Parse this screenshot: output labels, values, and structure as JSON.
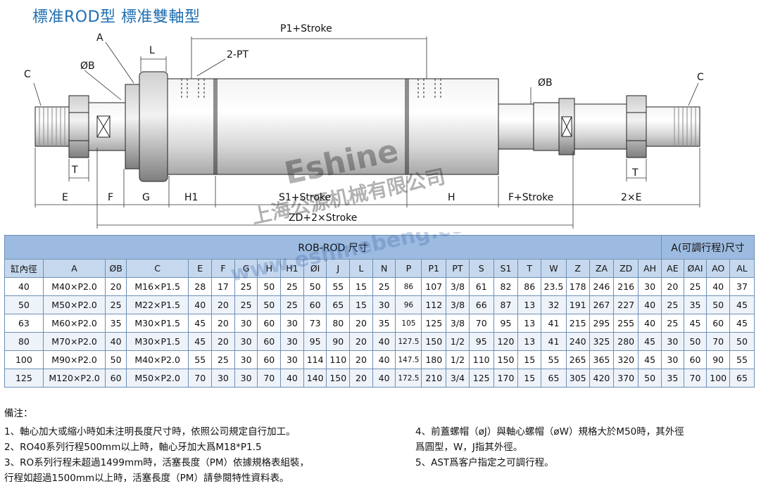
{
  "title": "標准ROD型  標准雙軸型",
  "drawing_labels": {
    "p1_stroke": "P1+Stroke",
    "a": "A",
    "l": "L",
    "two_pt": "2-PT",
    "phi_b_left": "ØB",
    "phi_b_right": "ØB",
    "c_left": "C",
    "c_right": "C",
    "t_left": "T",
    "t_right": "T",
    "e": "E",
    "f": "F",
    "g": "G",
    "h1": "H1",
    "s1_stroke": "S1+Stroke",
    "h": "H",
    "f_stroke": "F+Stroke",
    "two_e": "2×E",
    "zd_stroke": "ZD+2×Stroke"
  },
  "watermark": {
    "brand": "Eshine",
    "company": "上海公源机械有限公司",
    "site": "www.eshinebeng.com"
  },
  "table": {
    "group_main": "ROB-ROD 尺寸",
    "group_adj": "A(可調行程)尺寸",
    "headers": [
      "缸內徑",
      "A",
      "ØB",
      "C",
      "E",
      "F",
      "G",
      "H",
      "H1",
      "ØI",
      "J",
      "L",
      "N",
      "P",
      "P1",
      "PT",
      "S",
      "S1",
      "T",
      "W",
      "Z",
      "ZA",
      "ZD",
      "AH",
      "AE",
      "ØAI",
      "AO",
      "AL"
    ],
    "rows": [
      [
        "40",
        "M40×P2.0",
        "20",
        "M16×P1.5",
        "28",
        "17",
        "25",
        "50",
        "25",
        "50",
        "55",
        "15",
        "25",
        "86",
        "107",
        "3/8",
        "61",
        "82",
        "86",
        "23.5",
        "178",
        "246",
        "216",
        "30",
        "20",
        "25",
        "40",
        "37"
      ],
      [
        "50",
        "M50×P2.0",
        "25",
        "M22×P1.5",
        "40",
        "20",
        "25",
        "50",
        "25",
        "60",
        "65",
        "15",
        "30",
        "96",
        "112",
        "3/8",
        "66",
        "87",
        "13",
        "32",
        "191",
        "267",
        "227",
        "40",
        "25",
        "35",
        "50",
        "45"
      ],
      [
        "63",
        "M60×P2.0",
        "35",
        "M30×P1.5",
        "45",
        "20",
        "30",
        "60",
        "30",
        "73",
        "80",
        "20",
        "35",
        "105",
        "125",
        "3/8",
        "70",
        "95",
        "13",
        "41",
        "215",
        "295",
        "255",
        "40",
        "25",
        "45",
        "60",
        "45"
      ],
      [
        "80",
        "M70×P2.0",
        "40",
        "M30×P1.5",
        "45",
        "20",
        "30",
        "60",
        "30",
        "95",
        "90",
        "20",
        "40",
        "127.5",
        "150",
        "1/2",
        "95",
        "120",
        "13",
        "41",
        "240",
        "325",
        "280",
        "45",
        "30",
        "50",
        "70",
        "50"
      ],
      [
        "100",
        "M90×P2.0",
        "50",
        "M40×P2.0",
        "55",
        "25",
        "30",
        "60",
        "30",
        "114",
        "110",
        "20",
        "40",
        "147.5",
        "180",
        "1/2",
        "110",
        "150",
        "15",
        "55",
        "265",
        "365",
        "320",
        "45",
        "30",
        "60",
        "90",
        "55"
      ],
      [
        "125",
        "M120×P2.0",
        "60",
        "M50×P2.0",
        "70",
        "30",
        "30",
        "70",
        "40",
        "140",
        "150",
        "20",
        "40",
        "172.5",
        "210",
        "3/4",
        "125",
        "170",
        "15",
        "65",
        "305",
        "420",
        "370",
        "50",
        "35",
        "70",
        "100",
        "65"
      ]
    ]
  },
  "notes": {
    "title": "備注：",
    "left": [
      "1、軸心加大或縮小時如未注明長度尺寸時，依照公司規定自行加工。",
      "2、RO40系列行程500mm以上時，軸心牙加大爲M18*P1.5",
      "3、RO系列行程未超過1499mm時，活塞長度（PM）依據規格表組裝，",
      "     行程如超過1500mm以上時，活塞長度（PM）請參閱特性資料表。"
    ],
    "right": [
      "4、前蓋螺帽（øJ）與軸心螺帽（øW）規格大於M50時，其外徑",
      "     爲圓型，W，J指其外徑。",
      "5、AST爲客户指定之可調行程。"
    ]
  },
  "colors": {
    "title": "#1f6fb2",
    "header_main": "#9dbbe0",
    "header_sub": "#c6d8ee",
    "watermark": "#3b63a8"
  }
}
